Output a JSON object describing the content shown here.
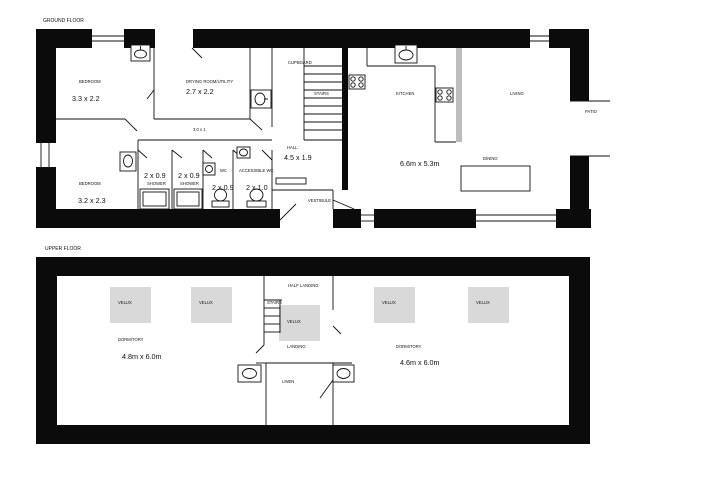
{
  "floors": {
    "ground": {
      "title": "GROUND FLOOR",
      "rooms": {
        "bedroom_top": {
          "name": "BEDROOM",
          "size": "3.3 x 2.2"
        },
        "drying_room": {
          "name": "DRYING ROOM/UTILITY",
          "size": "2.7 x 2.2"
        },
        "cupboard": {
          "name": "CUPBOARD"
        },
        "stairs": {
          "name": "STAIRS"
        },
        "kitchen": {
          "name": "KITCHEN"
        },
        "living": {
          "name": "LIVING"
        },
        "patio": {
          "name": "PATIO"
        },
        "corridor_size": {
          "size": "3.0 x 1"
        },
        "bedroom_bottom": {
          "name": "BEDROOM",
          "size": "3.2 x 2.3"
        },
        "shower_1": {
          "name": "SHOWER",
          "size": "2 x 0.9"
        },
        "shower_2": {
          "name": "SHOWER",
          "size": "2 x 0.9"
        },
        "wc": {
          "name": "WC",
          "size": "2 x 0.9"
        },
        "accessible_wc": {
          "name": "ACCESSIBLE WC",
          "size": "2 x 1.0"
        },
        "hall": {
          "name": "HALL",
          "size": "4.5 x 1.9"
        },
        "vestibule": {
          "name": "VESTIBULE"
        },
        "dining": {
          "name": "DINING",
          "size": "6.6m x 5.3m"
        }
      }
    },
    "upper": {
      "title": "UPPER FLOOR",
      "velux_label": "VELUX",
      "rooms": {
        "half_landing": {
          "name": "HALF LANDING"
        },
        "stairs": {
          "name": "STAIRS"
        },
        "landing": {
          "name": "LANDING"
        },
        "linen": {
          "name": "LINEN"
        },
        "dormitory_left": {
          "name": "DORMITORY",
          "size": "4.8m x 6.0m"
        },
        "dormitory_right": {
          "name": "DORMITORY",
          "size": "4.6m x 6.0m"
        }
      }
    }
  },
  "colors": {
    "wall": "#0b0b0b",
    "velux": "#d9d9d9",
    "partition": "#111111",
    "worktop_accent": "#bdbdbd"
  }
}
